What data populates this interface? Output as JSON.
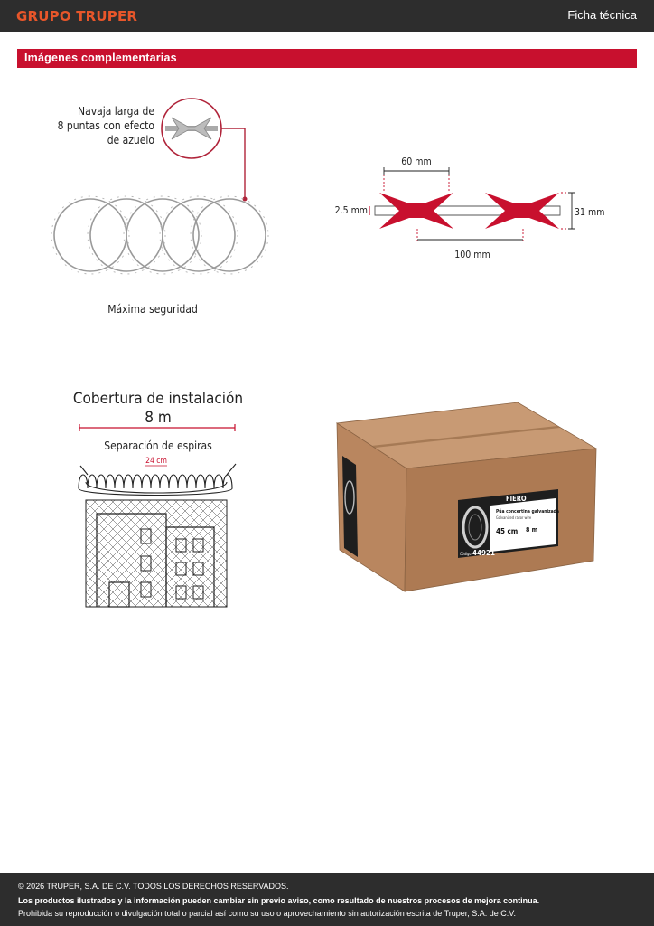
{
  "header": {
    "brand": "GRUPO TRUPER",
    "sheet_type": "Ficha técnica"
  },
  "section": {
    "title": "Imágenes complementarias"
  },
  "figure_blade": {
    "callout": [
      "Navaja larga de",
      "8 puntas con efecto",
      "de azuelo"
    ],
    "caption": "Máxima seguridad"
  },
  "figure_dimensions": {
    "width_top": "60 mm",
    "thickness": "2.5 mm",
    "height": "31 mm",
    "spacing": "100 mm"
  },
  "figure_coverage": {
    "title": "Cobertura de instalación",
    "length": "8 m",
    "spiral_label": "Separación de espiras",
    "spiral_gap": "24 cm"
  },
  "figure_box": {
    "brand": "FIERO",
    "product": "Púa concertina galvanizada",
    "subtitle": "Galvanized razor wire",
    "diameter": "45 cm",
    "length": "8 m",
    "code_label": "Código:",
    "code": "44921"
  },
  "footer": {
    "line1": "© 2026 TRUPER, S.A. DE C.V. TODOS LOS DERECHOS RESERVADOS.",
    "line2": "Los productos ilustrados y la información pueden cambiar sin previo aviso, como resultado de nuestros procesos de mejora continua.",
    "line3": "Prohibida su reproducción o divulgación total o parcial así como su uso o aprovechamiento sin autorización escrita de Truper, S.A. de C.V."
  }
}
